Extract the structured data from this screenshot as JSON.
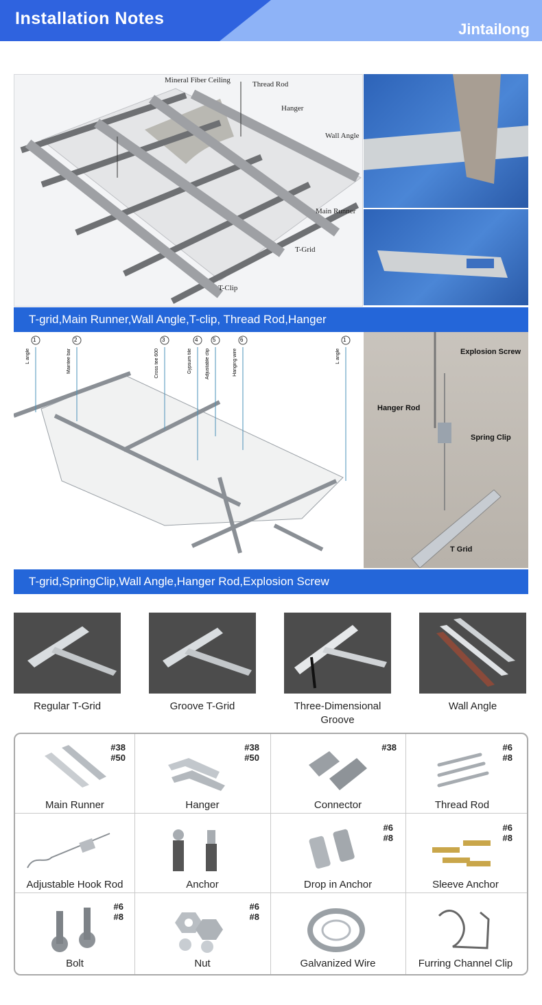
{
  "header": {
    "title": "Installation  Notes",
    "brand": "Jintailong"
  },
  "diagram1": {
    "labels": [
      "Mineral Fiber Ceiling",
      "Thread Rod",
      "Hanger",
      "Wall Angle",
      "Main Runner",
      "T-Grid",
      "T-Clip"
    ],
    "caption": "T-grid,Main Runner,Wall Angle,T-clip, Thread Rod,Hanger"
  },
  "diagram2": {
    "numbers": [
      "1",
      "2",
      "3",
      "4",
      "5",
      "6",
      "1"
    ],
    "labels": [
      "L angle",
      "Maintee bar",
      "Cross tee 600",
      "Gypsum tile",
      "Adjustable clip",
      "Hanging wire",
      "L angle"
    ],
    "photo_labels": [
      "Explosion Screw",
      "Hanger Rod",
      "Spring Clip",
      "T Grid"
    ],
    "caption": "T-grid,SpringClip,Wall Angle,Hanger Rod,Explosion Screw"
  },
  "grid_products": [
    {
      "name": "Regular T-Grid"
    },
    {
      "name": "Groove T-Grid"
    },
    {
      "name": "Three-Dimensional Groove"
    },
    {
      "name": "Wall  Angle"
    }
  ],
  "accessories": [
    {
      "name": "Main Runner",
      "sizes": "#38\n#50"
    },
    {
      "name": "Hanger",
      "sizes": "#38\n#50"
    },
    {
      "name": "Connector",
      "sizes": "#38"
    },
    {
      "name": "Thread Rod",
      "sizes": "#6\n#8"
    },
    {
      "name": "Adjustable Hook Rod",
      "sizes": ""
    },
    {
      "name": "Anchor",
      "sizes": ""
    },
    {
      "name": "Drop in Anchor",
      "sizes": "#6\n#8"
    },
    {
      "name": "Sleeve Anchor",
      "sizes": "#6\n#8"
    },
    {
      "name": "Bolt",
      "sizes": "#6\n#8"
    },
    {
      "name": "Nut",
      "sizes": "#6\n#8"
    },
    {
      "name": "Galvanized  Wire",
      "sizes": ""
    },
    {
      "name": "Furring Channel Clip",
      "sizes": ""
    }
  ],
  "colors": {
    "header_dark": "#2f63df",
    "header_light": "#8eb3f7",
    "caption_bar": "#2466d9"
  }
}
